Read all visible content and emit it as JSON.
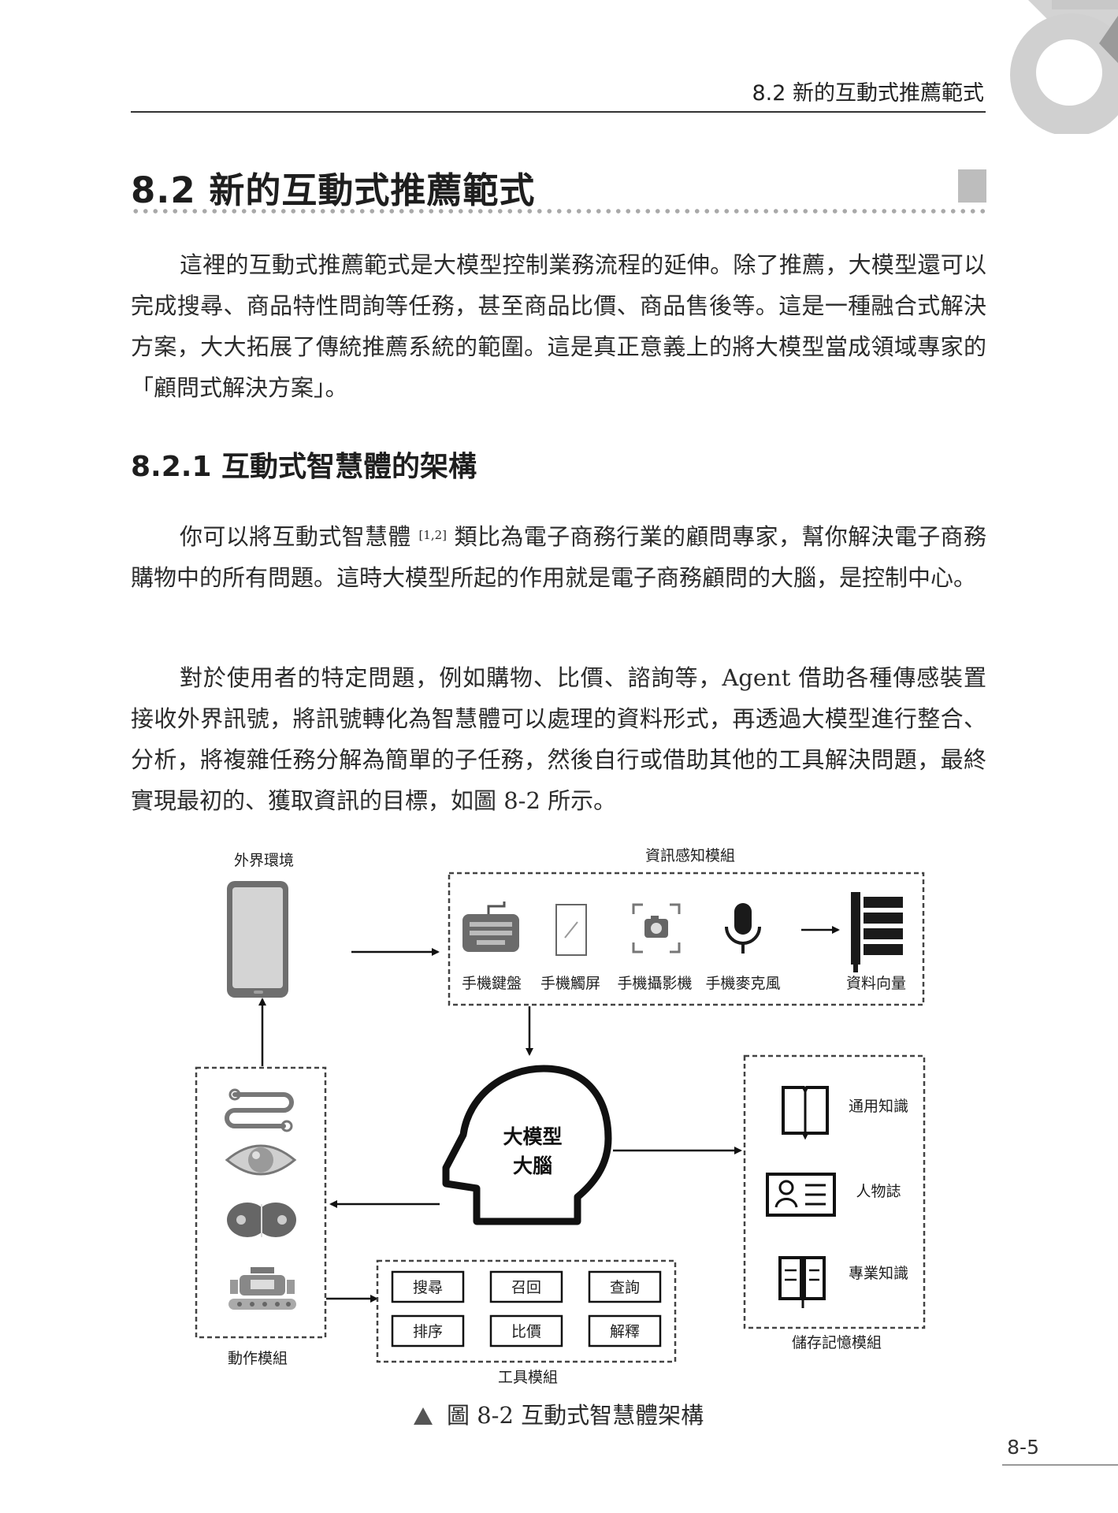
{
  "header": {
    "running_head": "8.2  新的互動式推薦範式"
  },
  "section": {
    "title": "8.2  新的互動式推薦範式"
  },
  "paragraphs": {
    "p1": "這裡的互動式推薦範式是大模型控制業務流程的延伸。除了推薦，大模型還可以完成搜尋、商品特性問詢等任務，甚至商品比價、商品售後等。這是一種融合式解決方案，大大拓展了傳統推薦系統的範圍。這是真正意義上的將大模型當成領域專家的「顧問式解決方案」。",
    "p2_before": "你可以將互動式智慧體",
    "p2_ref": "[1,2]",
    "p2_after": "類比為電子商務行業的顧問專家，幫你解決電子商務購物中的所有問題。這時大模型所起的作用就是電子商務顧問的大腦，是控制中心。",
    "p3": "對於使用者的特定問題，例如購物、比價、諮詢等，Agent 借助各種傳感裝置接收外界訊號，將訊號轉化為智慧體可以處理的資料形式，再透過大模型進行整合、分析，將複雜任務分解為簡單的子任務，然後自行或借助其他的工具解決問題，最終實現最初的、獲取資訊的目標，如圖 8-2 所示。"
  },
  "subsection": {
    "title": "8.2.1  互動式智慧體的架構"
  },
  "diagram": {
    "env_label": "外界環境",
    "perception": {
      "title": "資訊感知模組",
      "items": [
        "手機鍵盤",
        "手機觸屏",
        "手機攝影機",
        "手機麥克風"
      ],
      "output": "資料向量"
    },
    "brain": {
      "line1": "大模型",
      "line2": "大腦"
    },
    "memory": {
      "title": "儲存記憶模組",
      "items": [
        "通用知識",
        "人物誌",
        "專業知識"
      ]
    },
    "action": {
      "title": "動作模組"
    },
    "tools": {
      "title": "工具模組",
      "row1": [
        "搜尋",
        "召回",
        "查詢"
      ],
      "row2": [
        "排序",
        "比價",
        "解釋"
      ]
    },
    "icons": [
      "phone-icon",
      "keyboard-icon",
      "touchscreen-icon",
      "camera-icon",
      "microphone-icon",
      "data-vector-icon",
      "head-icon",
      "book-icon",
      "id-card-icon",
      "open-book-icon",
      "path-icon",
      "eye-icon",
      "brain-icon",
      "robot-icon"
    ]
  },
  "caption": "圖 8-2  互動式智慧體架構",
  "page_number": "8-5"
}
